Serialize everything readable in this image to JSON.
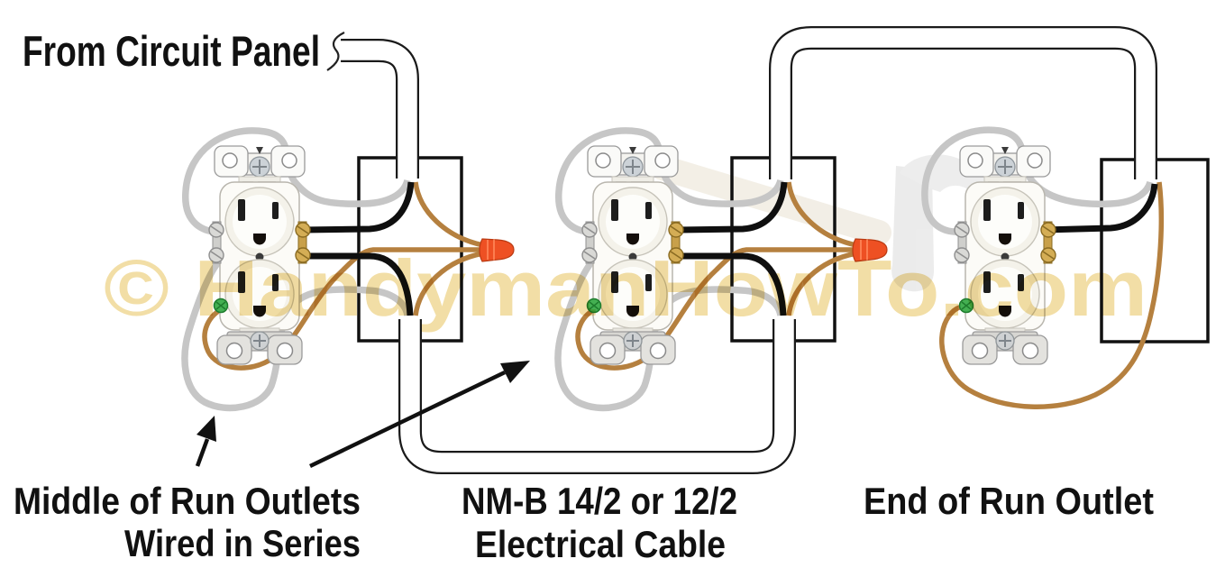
{
  "labels": {
    "from_circuit_panel": "From Circuit Panel",
    "middle_run_line1": "Middle of Run Outlets",
    "middle_run_line2": "Wired in Series",
    "cable_type_line1": "NM-B 14/2 or 12/2",
    "cable_type_line2": "Electrical Cable",
    "end_of_run": "End of Run Outlet"
  },
  "watermark": {
    "text": "© HandymanHowTo.com"
  },
  "components": {
    "receptacle_count": 3,
    "junction_box_count": 3,
    "wire_nut_count": 2,
    "cable_run_count": 3,
    "middle_of_run_receptacles": [
      "outlet-1",
      "outlet-2"
    ],
    "end_of_run_receptacle": "outlet-3"
  },
  "colors": {
    "background": "#ffffff",
    "outline": "#111111",
    "hot_wire_black": "#0f0f0f",
    "neutral_wire_gray": "#c6c6c6",
    "ground_wire_copper": "#b5803f",
    "wire_nut_orange": "#ee5023",
    "cable_jacket_white": "#ffffff",
    "watermark_yellow": "#f0d996",
    "ground_screw_green": "#44b052",
    "brass_terminal": "#c8a04a",
    "silver_terminal": "#d9d9d6"
  }
}
